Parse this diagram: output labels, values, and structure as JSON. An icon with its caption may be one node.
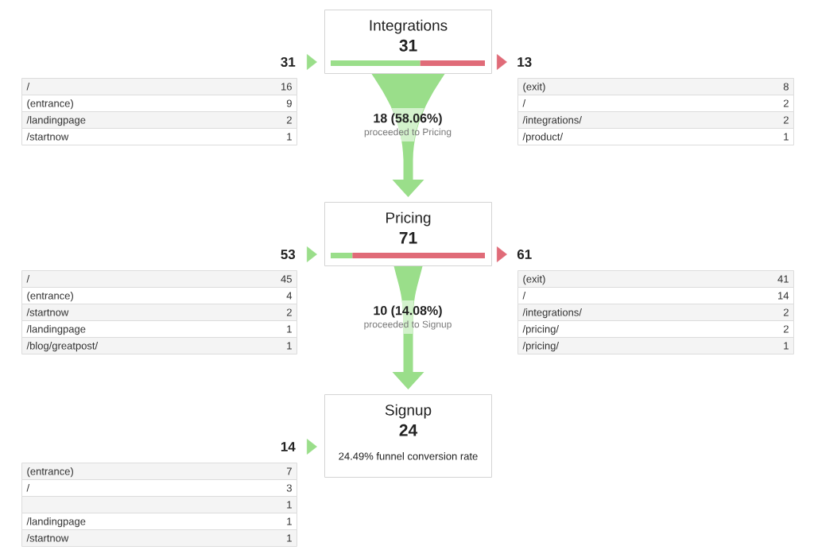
{
  "diagram": {
    "nodes": [
      {
        "text": [
          "Integrations",
          "31"
        ]
      },
      {
        "text": [
          "31"
        ]
      },
      {
        "text": [
          "13"
        ]
      },
      {
        "text": [
          "/",
          "16"
        ]
      },
      {
        "text": [
          "(entrance)",
          "9"
        ]
      },
      {
        "text": [
          "/landingpage",
          "2"
        ]
      },
      {
        "text": [
          "/startnow",
          "1"
        ]
      },
      {
        "text": [
          "(exit)",
          "8"
        ]
      },
      {
        "text": [
          "/",
          "2"
        ]
      },
      {
        "text": [
          "/integrations/",
          "2"
        ]
      },
      {
        "text": [
          "/product/",
          "1"
        ]
      },
      {
        "text": [
          "Pricing",
          "71"
        ]
      },
      {
        "text": [
          "53"
        ]
      },
      {
        "text": [
          "61"
        ]
      },
      {
        "text": [
          "/",
          "45"
        ]
      },
      {
        "text": [
          "(entrance)",
          "4"
        ]
      },
      {
        "text": [
          "/startnow",
          "2"
        ]
      },
      {
        "text": [
          "/landingpage",
          "1"
        ]
      },
      {
        "text": [
          "/blog/greatpost/",
          "1"
        ]
      },
      {
        "text": [
          "(exit)",
          "41"
        ]
      },
      {
        "text": [
          "/",
          "14"
        ]
      },
      {
        "text": [
          "/integrations/",
          "2"
        ]
      },
      {
        "text": [
          "/pricing/",
          "2"
        ]
      },
      {
        "text": [
          "/pricing/",
          "1"
        ]
      },
      {
        "text": [
          "Signup",
          "24",
          "24.49% funnel conversion rate"
        ]
      },
      {
        "text": [
          "14"
        ]
      },
      {
        "text": [
          "(entrance)",
          "7"
        ]
      },
      {
        "text": [
          "/",
          "3"
        ]
      },
      {
        "text": [
          "1"
        ]
      },
      {
        "text": [
          "/landingpage",
          "1"
        ]
      },
      {
        "text": [
          "/startnow",
          "1"
        ]
      }
    ],
    "edges": [
      {
        "from": 1,
        "to": 0,
        "arrow": "to"
      },
      {
        "from": 0,
        "to": 2,
        "arrow": "to",
        "color": "#e06b78"
      },
      {
        "from": 0,
        "to": 11,
        "arrow": "to",
        "style": "thick",
        "label": "18 (58.06%)"
      },
      {
        "from": 12,
        "to": 11,
        "arrow": "to"
      },
      {
        "from": 11,
        "to": 13,
        "arrow": "to",
        "color": "#e06b78"
      },
      {
        "from": 11,
        "to": 24,
        "arrow": "to",
        "style": "thick",
        "label": "10 (14.08%)"
      },
      {
        "from": 25,
        "to": 24,
        "arrow": "to"
      }
    ],
    "labels": [
      "proceeded to Pricing",
      "proceeded to Signup"
    ]
  }
}
